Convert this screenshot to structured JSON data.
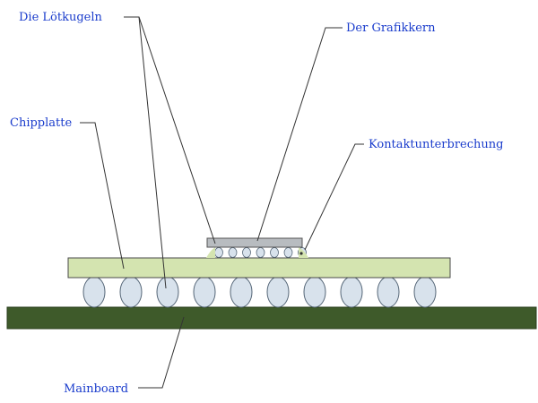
{
  "labels": {
    "solder_balls": "Die Lötkugeln",
    "graphics_core": "Der Grafikkern",
    "chip_board": "Chipplatte",
    "contact_break": "Kontaktunterbrechung",
    "mainboard": "Mainboard"
  },
  "colors": {
    "label_text": "#1a3ccc",
    "leader_line": "#333333",
    "mainboard_fill": "#3e5a2a",
    "chip_board_fill": "#d4e4b0",
    "chip_board_stroke": "#4a4a4a",
    "ball_fill": "#d8e2ec",
    "ball_stroke": "#556677",
    "core_fill": "#b8bcc0",
    "core_stroke": "#555555"
  },
  "counts": {
    "large_solder_balls": 10,
    "small_solder_balls": 7
  }
}
